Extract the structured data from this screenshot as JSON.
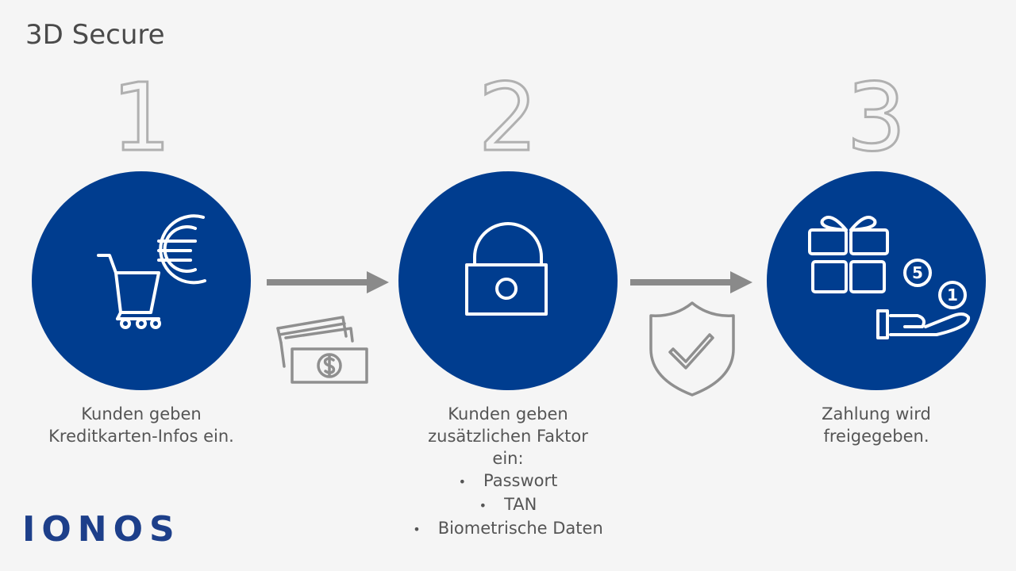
{
  "title": "3D Secure",
  "steps": [
    {
      "number": "1",
      "text_lines": [
        "Kunden geben",
        "Kreditkarten-Infos ein."
      ],
      "icon": "cart-euro-icon"
    },
    {
      "number": "2",
      "text_lines": [
        "Kunden geben",
        "zusätzlichen Faktor",
        "ein:"
      ],
      "bullets": [
        "Passwort",
        "TAN",
        "Biometrische Daten"
      ],
      "icon": "padlock-icon"
    },
    {
      "number": "3",
      "text_lines": [
        "Zahlung wird",
        "freigegeben."
      ],
      "icon": "gift-coins-hand-icon"
    }
  ],
  "coins": [
    "5",
    "1"
  ],
  "transitions": [
    {
      "icon": "payment-cards-icon"
    },
    {
      "icon": "shield-check-icon"
    }
  ],
  "logo": "IONOS",
  "colors": {
    "circle": "#003d8f",
    "arrow": "#8a8a8a",
    "logo": "#1d3f8a",
    "icon_stroke": "#8f8f8f"
  }
}
